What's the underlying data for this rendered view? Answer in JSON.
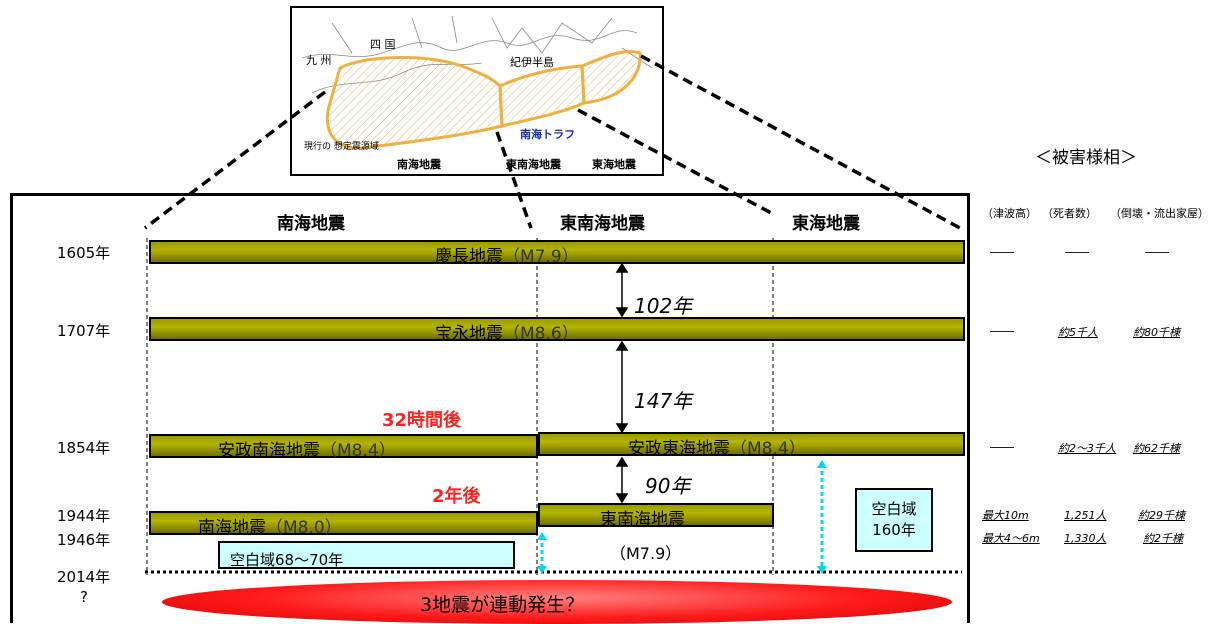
{
  "map": {
    "kyushu": "九 州",
    "shikoku": "四 国",
    "kii": "紀伊半島",
    "trough": "南海トラフ",
    "current_area": "現行の 想定震源域",
    "nankai": "南海地震",
    "tonankai": "東南海地震",
    "tokai": "東海地震"
  },
  "columns": {
    "nankai": "南海地震",
    "tonankai": "東南海地震",
    "tokai": "東海地震"
  },
  "years": [
    "1605年",
    "1707年",
    "1854年",
    "1944年",
    "1946年",
    "2014年",
    "?"
  ],
  "events": {
    "keicho": {
      "name": "慶長地震",
      "mag": "（M7.9）"
    },
    "hoei": {
      "name": "宝永地震",
      "mag": "（M8.6）"
    },
    "ansei_nankai": {
      "name": "安政南海地震",
      "mag": "（M8.4）"
    },
    "ansei_tokai": {
      "name": "安政東海地震",
      "mag": "（M8.4）"
    },
    "nankai1946": {
      "name": "南海地震",
      "mag": "（M8.0）"
    },
    "tonankai1944": {
      "name": "東南海地震",
      "mag": "（M7.9）"
    },
    "future": "3地震が連動発生？"
  },
  "gaps": {
    "g1": "102年",
    "g2": "147年",
    "g3": "90年"
  },
  "delays": {
    "d1": "32時間後",
    "d2": "2年後"
  },
  "blank": {
    "nankai": "空白域68～70年",
    "tokai_line1": "空白域",
    "tokai_line2": "160年"
  },
  "damage": {
    "title": "＜被害様相＞",
    "headers": [
      "（津波高）",
      "（死者数）",
      "（倒壊・流出家屋）"
    ],
    "rows": [
      [
        "――",
        "――",
        "――"
      ],
      [
        "――",
        "約5千人",
        "約80千棟"
      ],
      [
        "――",
        "約2～3千人",
        "約62千棟"
      ],
      [
        "最大10m",
        "1,251人",
        "約29千棟"
      ],
      [
        "最大4～6m",
        "1,330人",
        "約2千棟"
      ]
    ]
  },
  "colors": {
    "bar": "#9a9a00",
    "delay": "#ff2020",
    "blank": "#ccffff",
    "arrow": "#00d8f0",
    "future": "#ff1a1a"
  }
}
